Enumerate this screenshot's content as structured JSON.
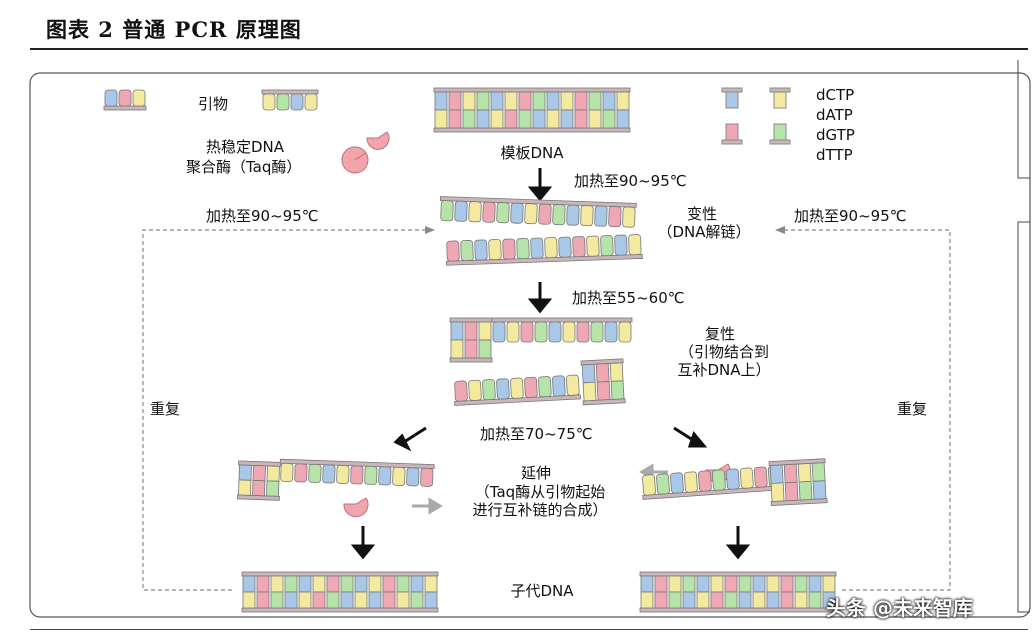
{
  "figure_title": "图表 2 普通 PCR 原理图",
  "legend": {
    "primer": "引物",
    "polymerase_line1": "热稳定DNA",
    "polymerase_line2": "聚合酶（Taq酶）",
    "template": "模板DNA",
    "dctp": "dCTP",
    "datp": "dATP",
    "dgtp": "dGTP",
    "dttp": "dTTP"
  },
  "steps": {
    "heat1": "加热至90~95℃",
    "heat_left": "加热至90~95℃",
    "heat_right": "加热至90~95℃",
    "denature_line1": "变性",
    "denature_line2": "（DNA解链）",
    "heat2": "加热至55~60℃",
    "anneal_line1": "复性",
    "anneal_line2": "（引物结合到",
    "anneal_line3": "互补DNA上）",
    "heat3": "加热至70~75℃",
    "extend_line1": "延伸",
    "extend_line2": "（Taq酶从引物起始",
    "extend_line3": "进行互补链的合成）",
    "repeat_left": "重复",
    "repeat_right": "重复",
    "daughter": "子代DNA"
  },
  "watermark": "头条 @未来智库",
  "colors": {
    "c": "#a9c7e6",
    "a": "#f3eaa0",
    "g": "#f0a7b4",
    "t": "#b6e3a8",
    "backbone": "#c9b6b8",
    "enzyme": "#f2a4ad"
  }
}
